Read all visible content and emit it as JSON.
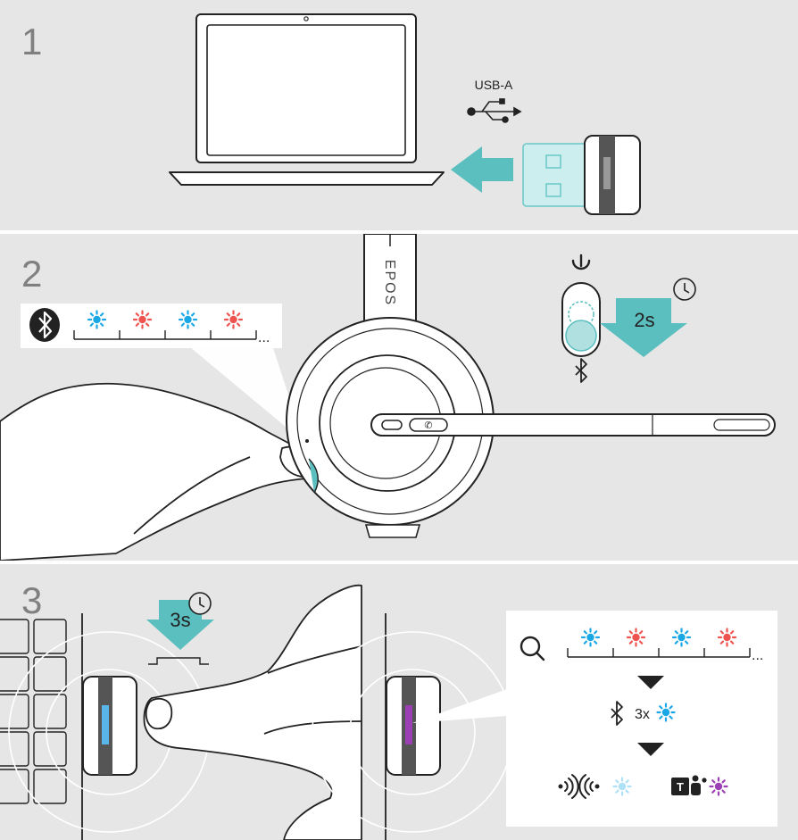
{
  "steps": [
    {
      "number": "1",
      "connector_label": "USB-A",
      "icons": [
        "laptop-icon",
        "usb-icon",
        "arrow-left-icon",
        "usb-dongle-icon"
      ],
      "colors": {
        "arrow": "#5bbfbf",
        "dongle_light": "#cdeeee"
      }
    },
    {
      "number": "2",
      "brand_label": "EPOS",
      "duration_label": "2s",
      "led_sequence": [
        "blue",
        "red",
        "blue",
        "red"
      ],
      "sequence_ellipsis": "...",
      "icons": [
        "bluetooth-icon",
        "power-icon",
        "clock-icon",
        "arrow-down-icon",
        "headset-icon",
        "hand-icon",
        "slide-switch-icon"
      ]
    },
    {
      "number": "3",
      "duration_label": "3s",
      "search_led_sequence": [
        "blue",
        "red",
        "blue",
        "red"
      ],
      "sequence_ellipsis": "...",
      "blink_count_label": "3x",
      "icons": [
        "search-icon",
        "bluetooth-icon",
        "clock-icon",
        "arrow-down-icon",
        "hand-icon",
        "keyboard-icon",
        "usb-dongle-icon",
        "signal-icon",
        "teams-icon",
        "triangle-down-icon"
      ],
      "colors": {
        "led_blue": "#1aa7e6",
        "led_red": "#ef5350",
        "led_light_blue": "#aee0f6",
        "led_purple": "#9b3fb5",
        "dongle_blue_led": "#5ab6ea"
      }
    }
  ]
}
